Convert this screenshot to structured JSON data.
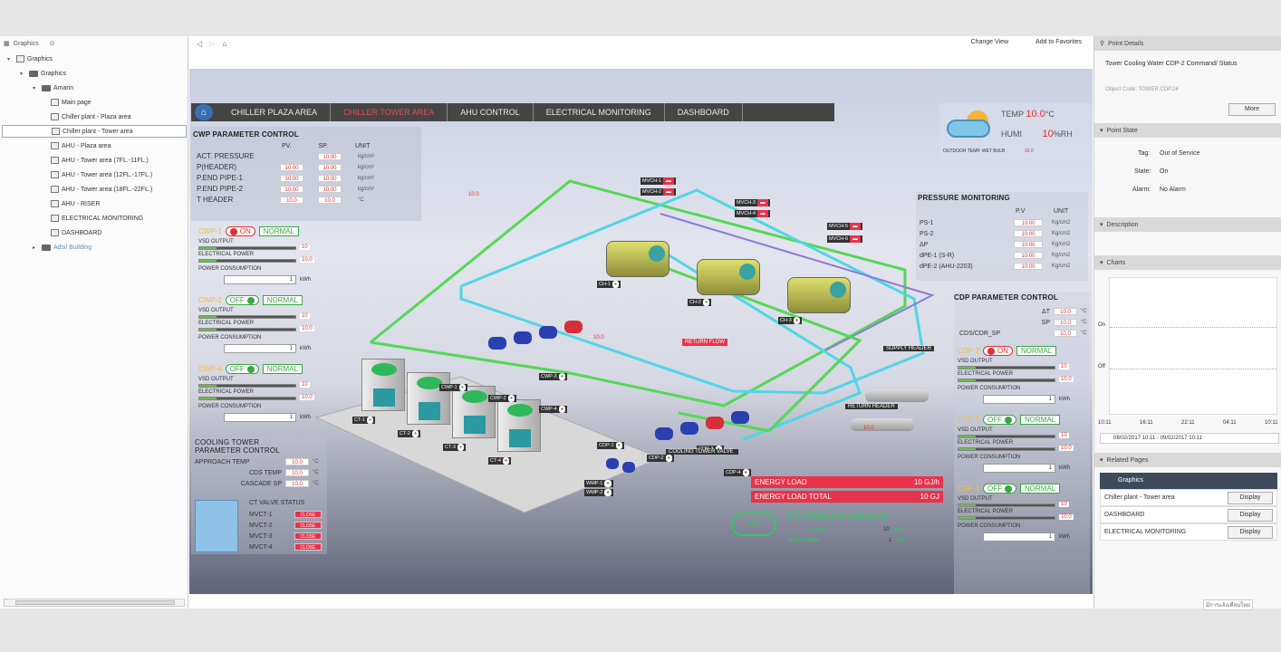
{
  "left_panel": {
    "header": "Graphics",
    "tree": [
      {
        "label": "Graphics",
        "level": 0
      },
      {
        "label": "Graphics",
        "level": 1
      },
      {
        "label": "Amarin",
        "level": 2
      },
      {
        "label": "Main page",
        "level": 3
      },
      {
        "label": "Chiller plant - Plaza area",
        "level": 3
      },
      {
        "label": "Chiller plant - Tower area",
        "level": 3,
        "selected": true
      },
      {
        "label": "AHU - Plaza area",
        "level": 3
      },
      {
        "label": "AHU - Tower area (7FL.-11FL.)",
        "level": 3
      },
      {
        "label": "AHU - Tower area (12FL.-17FL.)",
        "level": 3
      },
      {
        "label": "AHU - Tower area (18FL.-22FL.)",
        "level": 3
      },
      {
        "label": "AHU - RISER",
        "level": 3
      },
      {
        "label": "ELECTRICAL MONITORING",
        "level": 3
      },
      {
        "label": "DASHBOARD",
        "level": 3
      },
      {
        "label": "Adsil Building",
        "level": 1
      }
    ]
  },
  "toolbar": {
    "change_view": "Change View",
    "add_favorites": "Add to Favorites"
  },
  "nav": {
    "items": [
      "CHILLER PLAZA AREA",
      "CHILLER TOWER AREA",
      "AHU CONTROL",
      "ELECTRICAL MONITORING",
      "DASHBOARD"
    ],
    "active": 1
  },
  "cwp_params": {
    "title": "CWP PARAMETER CONTROL",
    "headers": [
      "PV.",
      "SP.",
      "UNIT"
    ],
    "rows": [
      {
        "label": "ACT. PRESSURE",
        "pv": "",
        "sp": "10.00",
        "unit": "kg/cm²"
      },
      {
        "label": "P(HEADER)",
        "pv": "10.00",
        "sp": "10.00",
        "unit": "kg/cm²"
      },
      {
        "label": "P.END PIPE-1",
        "pv": "10.00",
        "sp": "10.00",
        "unit": "kg/cm²"
      },
      {
        "label": "P.END PIPE-2",
        "pv": "10.00",
        "sp": "10.00",
        "unit": "kg/cm²"
      },
      {
        "label": "T HEADER",
        "pv": "10.0",
        "sp": "10.0",
        "unit": "°C"
      }
    ]
  },
  "cwp_pumps": [
    {
      "name": "CWP-1",
      "state": "ON",
      "status": "NORMAL",
      "vsd_label": "VSD OUTPUT",
      "vsd": "10",
      "power_label": "ELECTRICAL POWER",
      "power": "10.0",
      "cons_label": "POWER CONSUMPTION",
      "cons": "1",
      "unit": "kWh"
    },
    {
      "name": "CWP-2",
      "state": "OFF",
      "status": "NORMAL",
      "vsd_label": "VSD OUTPUT",
      "vsd": "10",
      "power_label": "ELECTRICAL POWER",
      "power": "10.0",
      "cons_label": "POWER CONSUMPTION",
      "cons": "1",
      "unit": "kWh"
    },
    {
      "name": "CWP-4",
      "state": "OFF",
      "status": "NORMAL",
      "vsd_label": "VSD OUTPUT",
      "vsd": "10",
      "power_label": "ELECTRICAL POWER",
      "power": "10.0",
      "cons_label": "POWER CONSUMPTION",
      "cons": "1",
      "unit": "kWh"
    }
  ],
  "cooling_tower": {
    "title1": "COOLING TOWER",
    "title2": "PARAMETER CONTROL",
    "rows": [
      {
        "label": "APPROACH TEMP",
        "val": "10.0",
        "unit": "°C"
      },
      {
        "label": "CDS TEMP",
        "val": "10.0",
        "unit": "°C"
      },
      {
        "label": "CASCADE SP",
        "val": "10.0",
        "unit": "°C"
      }
    ],
    "valve_title": "CT VALVE STATUS",
    "valves": [
      "MVCT-1",
      "MVCT-2",
      "MVCT-3",
      "MVCT-4"
    ],
    "valve_state": "CLOSE"
  },
  "weather": {
    "temp_label": "TEMP",
    "temp": "10.0",
    "temp_unit": "°C",
    "humi_label": "HUMI",
    "humi": "10",
    "humi_unit": "%RH",
    "wetbulb_label": "OUTDOOR TEMP. WET BULB",
    "wetbulb": "10.0"
  },
  "pressure_mon": {
    "title": "PRESSURE MONITORING",
    "headers": [
      "P.V",
      "UNIT"
    ],
    "rows": [
      {
        "label": "PS-1",
        "val": "10.00",
        "unit": "Kg/cm2"
      },
      {
        "label": "PS-2",
        "val": "10.00",
        "unit": "Kg/cm2"
      },
      {
        "label": "ΔP",
        "val": "10.00",
        "unit": "Kg/cm2"
      },
      {
        "label": "dPE-1 (S-R)",
        "val": "10.00",
        "unit": "Kg/cm2"
      },
      {
        "label": "dPE-2 (AHU-2203)",
        "val": "10.00",
        "unit": "Kg/cm2"
      }
    ]
  },
  "cdp_params": {
    "title": "CDP PARAMETER CONTROL",
    "rows": [
      {
        "label": "ΔT",
        "val": "10.0",
        "unit": "°C"
      },
      {
        "label": "SP",
        "val": "10.0",
        "unit": "°C"
      },
      {
        "label": "CDS/CDR_SP",
        "val": "10.0",
        "unit": "°C"
      }
    ]
  },
  "cdp_pumps": [
    {
      "name": "CDP-2",
      "state": "ON",
      "status": "NORMAL",
      "vsd_label": "VSD OUTPUT",
      "vsd": "10",
      "power_label": "ELECTRICAL POWER",
      "power": "10.0",
      "cons_label": "POWER CONSUMPTION",
      "cons": "1",
      "unit": "kWh"
    },
    {
      "name": "CDP-3",
      "state": "OFF",
      "status": "NORMAL",
      "vsd_label": "VSD OUTPUT",
      "vsd": "10",
      "power_label": "ELECTRICAL POWER",
      "power": "10.0",
      "cons_label": "POWER CONSUMPTION",
      "cons": "1",
      "unit": "kWh"
    },
    {
      "name": "CDP-4",
      "state": "OFF",
      "status": "NORMAL",
      "vsd_label": "VSD OUTPUT",
      "vsd": "10",
      "power_label": "ELECTRICAL POWER",
      "power": "10.0",
      "cons_label": "POWER CONSUMPTION",
      "cons": "1",
      "unit": "kWh"
    }
  ],
  "energy": {
    "load_label": "ENERGY LOAD",
    "load": "10",
    "load_unit": "GJ/h",
    "total_label": "ENERGY LOAD TOTAL",
    "total": "10",
    "total_unit": "GJ"
  },
  "co2": {
    "icon_label": "CO2",
    "title": "CO Reduction Amount",
    "instant_label": "Instant",
    "instant": "10",
    "instant_unit": "ton/hr",
    "accum_label": "Accumulative",
    "accum": "1",
    "accum_unit": "ton"
  },
  "diagram": {
    "cwp_pumps": [
      "CWP-1",
      "CWP-2",
      "CWP-3",
      "CWP-4"
    ],
    "chillers": [
      "CH-1",
      "CH-2",
      "CH-3"
    ],
    "cdp_pumps": [
      "CDP-1",
      "CDP-2",
      "CDP-3",
      "CDP-4"
    ],
    "cts": [
      "CT-1",
      "CT-2",
      "CT-3",
      "CT-4"
    ],
    "mvs": [
      "MVCH-1",
      "MVCH-2",
      "MVCH-3",
      "MVCH-4",
      "MVCH-5",
      "MVCH-6"
    ],
    "return_flow": "RETURN FLOW",
    "supply_header": "SUPPLY HEADER",
    "return_header": "RETURN HEADER",
    "cooling_tower_valve": "COOLING TOWER VALVE",
    "wmp": [
      "WMP-1",
      "WMP-2"
    ],
    "temp1": "10.0",
    "temp2": "10.0",
    "temp3": "10.0"
  },
  "right_panel": {
    "point_details": "Point Details",
    "object_name": "Tower Cooling Water CDP-2 Command/ Status",
    "object_code": "Object Code: TOWER.CDP.24",
    "more": "More",
    "point_state": "Point State",
    "tag_label": "Tag:",
    "tag": "Out of Service",
    "state_label": "State:",
    "state": "On",
    "alarm_label": "Alarm:",
    "alarm": "No Alarm",
    "description": "Description",
    "charts": "Charts",
    "chart_y": [
      "On",
      "Off"
    ],
    "chart_x": [
      "10:11",
      "16:11",
      "22:11",
      "04:11",
      "10:11"
    ],
    "chart_range": "08/02/2017 10:11 - 09/02/2017 10:11",
    "related": "Related Pages",
    "related_head": "Graphics",
    "related_items": [
      "Chiller plant - Tower area",
      "DASHBOARD",
      "ELECTRICAL MONITORING"
    ],
    "display": "Display",
    "footer": "มีการแจ้งเตือนใหม่"
  }
}
